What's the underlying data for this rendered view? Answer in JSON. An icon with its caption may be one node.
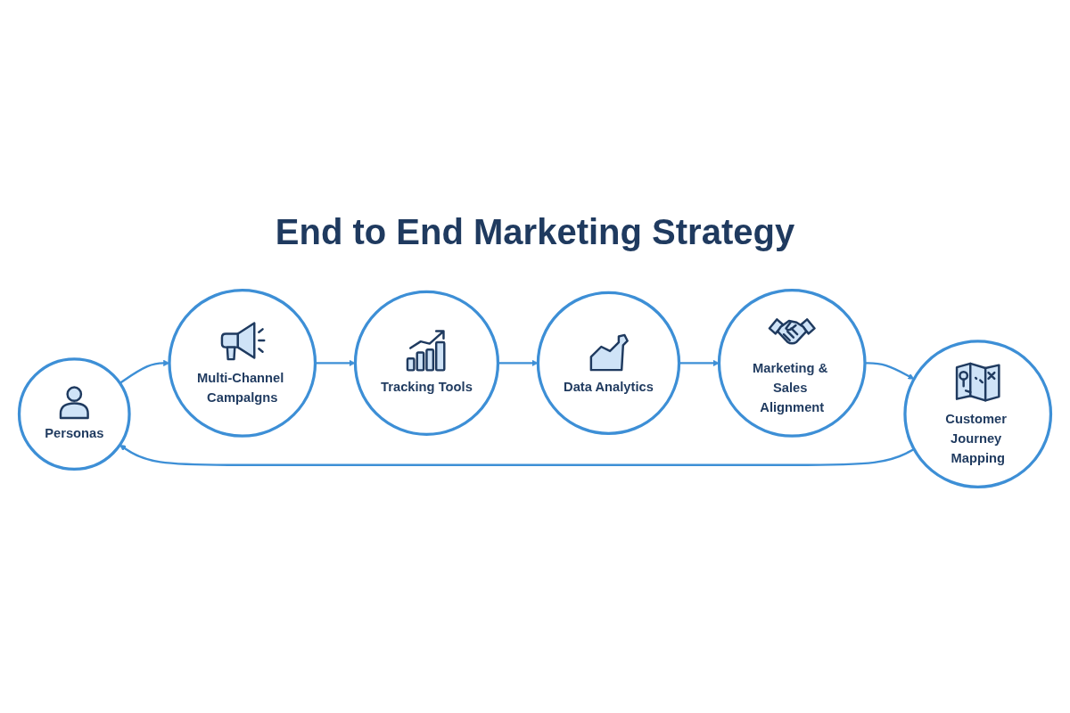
{
  "diagram": {
    "title": "End to End Marketing Strategy",
    "nodes": [
      {
        "text": [
          "Personas"
        ]
      },
      {
        "text": [
          "Multi-Channel Campalgns"
        ]
      },
      {
        "text": [
          "Tracking Tools"
        ]
      },
      {
        "text": [
          "Data Analytics"
        ]
      },
      {
        "text": [
          "Marketing & Sales Alignment"
        ]
      },
      {
        "text": [
          "Customer Journey Mapping"
        ]
      }
    ],
    "edges": [
      {
        "from": 0,
        "to": 1,
        "arrow": "to"
      },
      {
        "from": 1,
        "to": 2,
        "arrow": "to"
      },
      {
        "from": 2,
        "to": 3,
        "arrow": "to"
      },
      {
        "from": 3,
        "to": 4,
        "arrow": "to"
      },
      {
        "from": 4,
        "to": 5,
        "arrow": "to"
      },
      {
        "from": 5,
        "to": 0,
        "arrow": "to"
      }
    ]
  }
}
